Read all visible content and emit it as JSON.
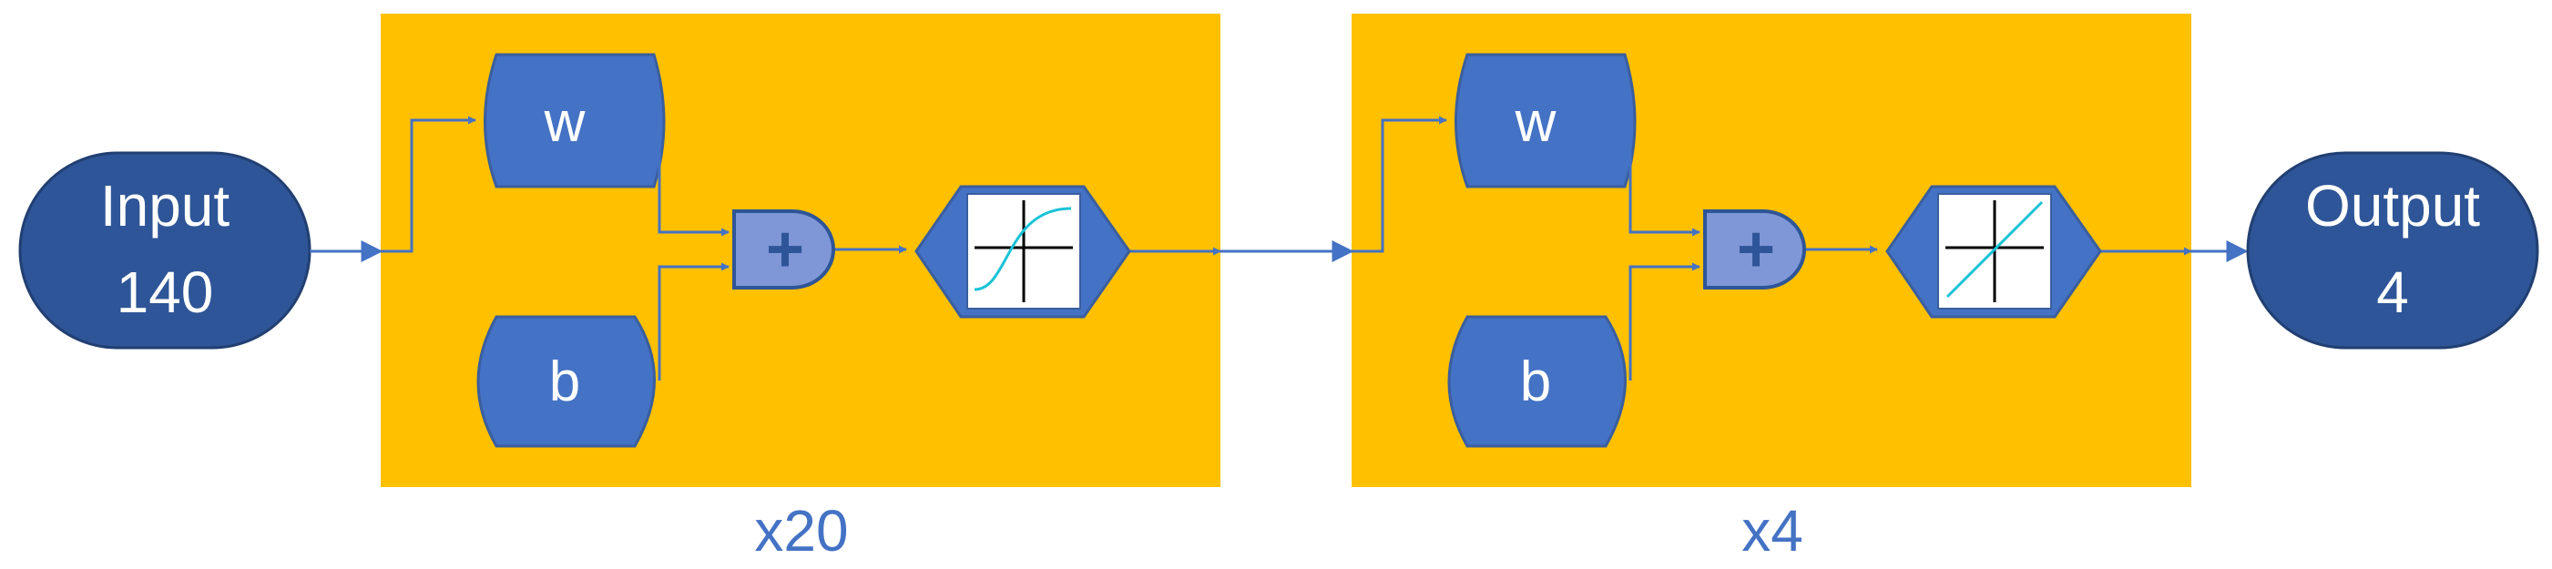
{
  "input": {
    "title": "Input",
    "size": "140"
  },
  "output": {
    "title": "Output",
    "size": "4"
  },
  "layers": [
    {
      "weight_label": "w",
      "bias_label": "b",
      "sum_symbol": "+",
      "activation": "sigmoid",
      "repeat_label": "x20"
    },
    {
      "weight_label": "w",
      "bias_label": "b",
      "sum_symbol": "+",
      "activation": "linear",
      "repeat_label": "x4"
    }
  ],
  "colors": {
    "layer_background": "#ffc000",
    "block": "#4472c4",
    "block_dark": "#3a5e9e",
    "node": "#2e5597",
    "sum": "#7f97d6",
    "connector": "#4472c4",
    "activation_curve": "#19c3d6",
    "label_text": "#4472c4"
  },
  "icons": {
    "input_output": "rounded-capsule",
    "weight_bias": "storage-drum-shape",
    "sum": "and-gate-plus-icon",
    "activation": "function-plot-icon"
  }
}
